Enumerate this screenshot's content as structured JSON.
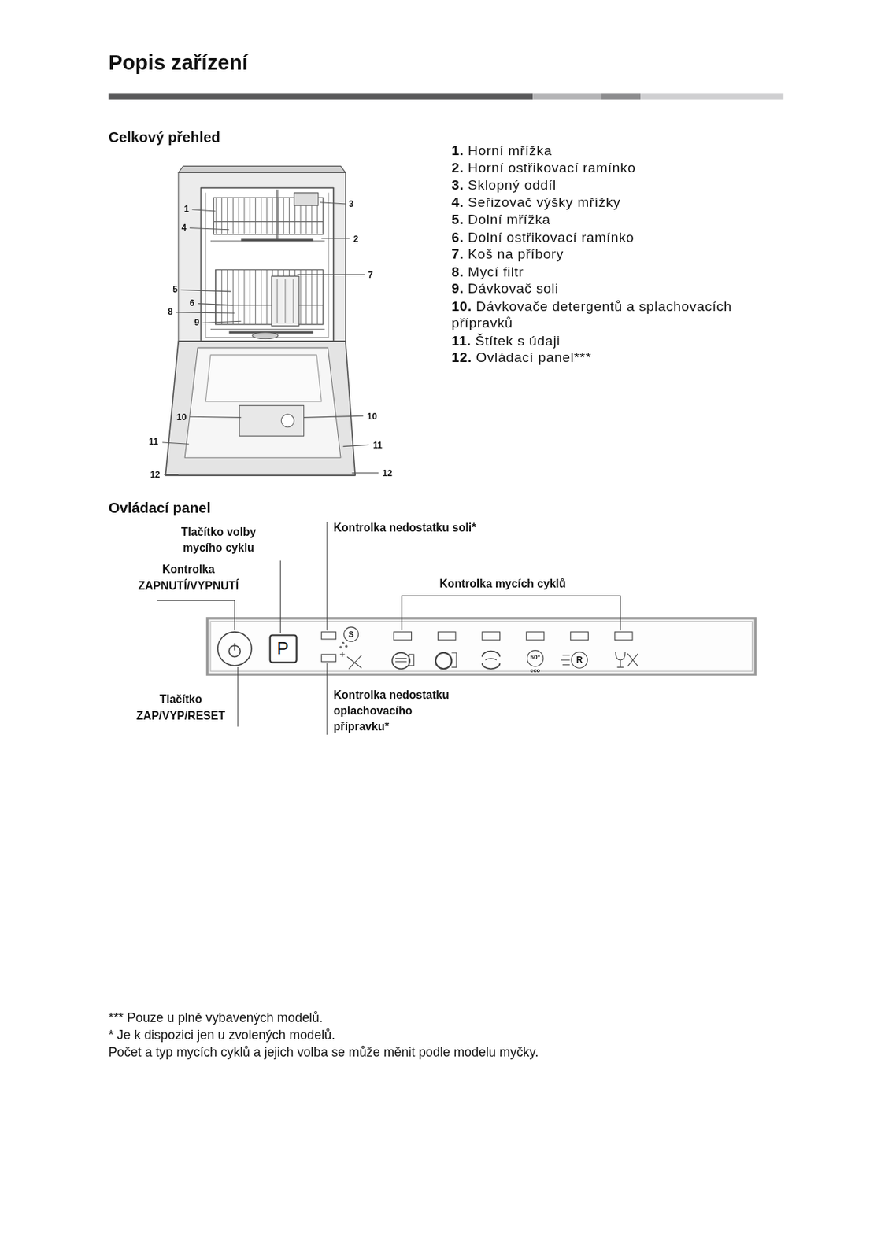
{
  "diagram": {
    "title": "Popis zařízení",
    "nodes": [
      {
        "text": [
          "P"
        ]
      }
    ],
    "labels": [
      "Celkový přehled",
      "1.",
      "Horní mřížka",
      "2.",
      "Horní ostřikovací ramínko",
      "3.",
      "Sklopný oddíl",
      "4.",
      "Seřizovač výšky mřížky",
      "5.",
      "Dolní mřížka",
      "6.",
      "Dolní ostřikovací ramínko",
      "7.",
      "Koš na příbory",
      "8.",
      "Mycí filtr",
      "9.",
      "Dávkovač soli",
      "10.",
      "Dávkovače detergentů a splachovacích přípravků",
      "11.",
      "Štítek s údaji",
      "12.",
      "Ovládací panel***",
      "1",
      "4",
      "3",
      "2",
      "7",
      "5",
      "6",
      "8",
      "9",
      "10",
      "10",
      "11",
      "11",
      "12",
      "12",
      "Ovládací panel",
      "Tlačítko volby mycího cyklu",
      "Kontrolka ZAPNUTÍ/VYPNUTÍ",
      "Kontrolka nedostatku soli*",
      "Kontrolka mycích cyklů",
      "Tlačítko ZAP/VYP/RESET",
      "Kontrolka nedostatku oplachovacího přípravku*",
      "S",
      "50°",
      "eco",
      "R",
      "*** Pouze u plně vybavených modelů.",
      "* Je k dispozici jen u zvolených modelů.",
      "Počet a typ mycích cyklů a jejich volba se může měnit podle modelu myčky."
    ]
  }
}
